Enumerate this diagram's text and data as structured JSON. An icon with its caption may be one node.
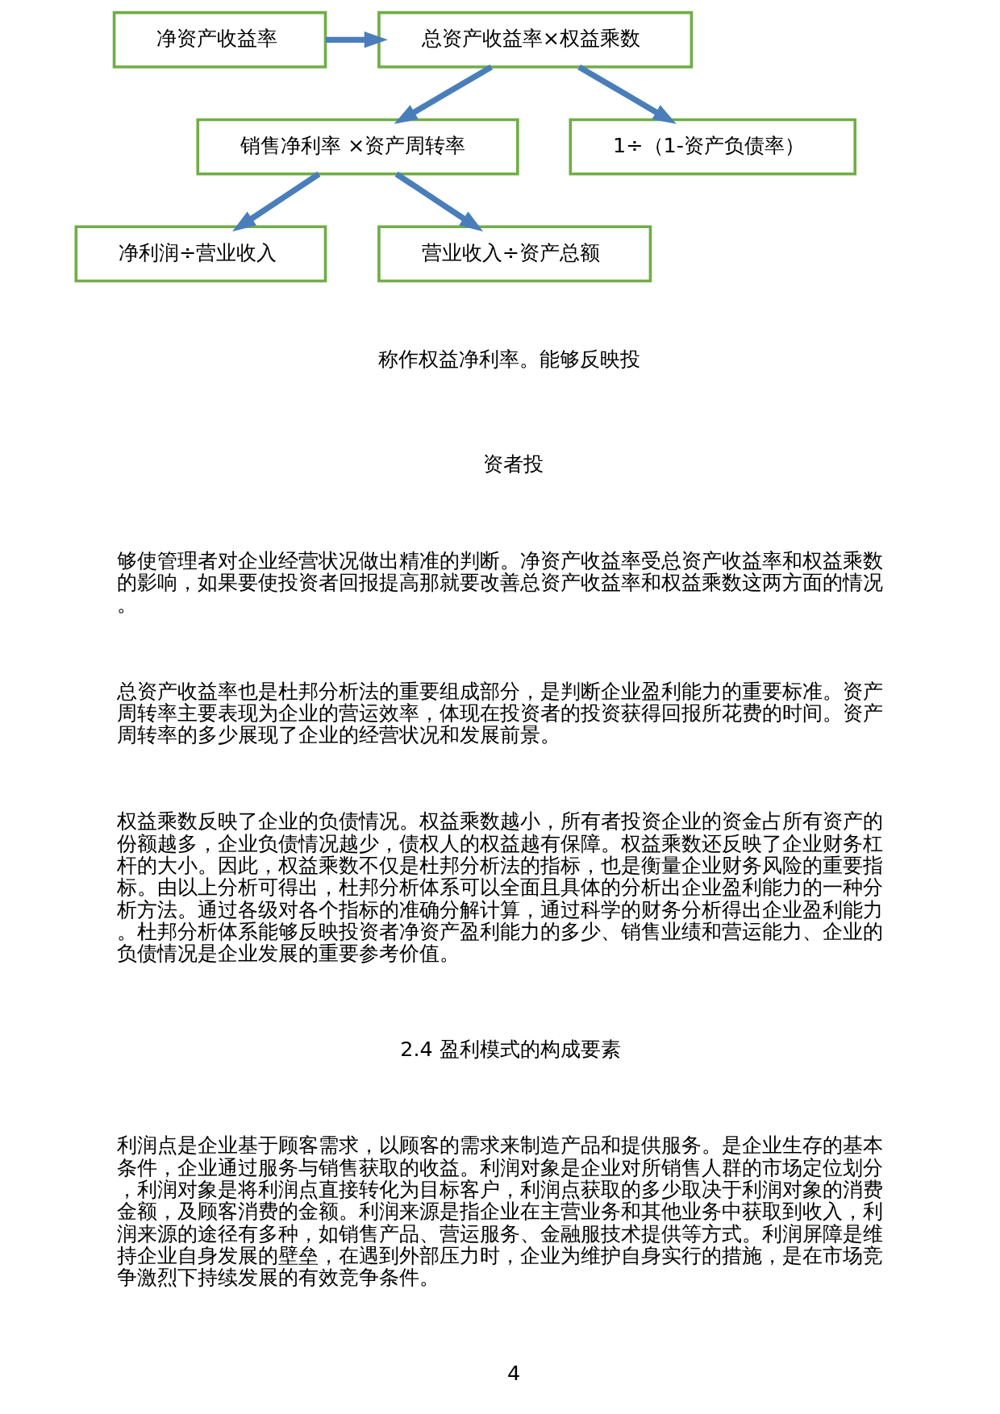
{
  "diagram": {
    "nodes": [
      {
        "text": [
          "净资产收益率"
        ]
      },
      {
        "text": [
          "总资产收益率×权益乘数"
        ]
      },
      {
        "text": [
          "销售净利率 ×资产周转率"
        ]
      },
      {
        "text": [
          "1÷（1-资产负债率）"
        ]
      },
      {
        "text": [
          "净利润÷营业收入"
        ]
      },
      {
        "text": [
          "营业收入÷资产总额"
        ]
      }
    ],
    "edges": [
      {
        "from": 0,
        "to": 1,
        "arrow": "to"
      },
      {
        "from": 1,
        "to": 2,
        "arrow": "to"
      },
      {
        "from": 1,
        "to": 3,
        "arrow": "to"
      },
      {
        "from": 2,
        "to": 4,
        "arrow": "to"
      },
      {
        "from": 2,
        "to": 5,
        "arrow": "to"
      }
    ],
    "labels": [
      "称作权益净利率。能够反映投",
      "资者投",
      "够使管理者对企业经营状况做出精准的判断。净资产收益率受总资产收益率和权益乘数的影响，如果要使投资者回报提高那就要改善总资产收益率和权益乘数这两方面的情况。",
      "总资产收益率也是杜邦分析法的重要组成部分，是判断企业盈利能力的重要标准。资产周转率主要表现为企业的营运效率，体现在投资者的投资获得回报所花费的时间。资产周转率的多少展现了企业的经营状况和发展前景。",
      "权益乘数反映了企业的负债情况。权益乘数越小，所有者投资企业的资金占所有资产的份额越多，企业负债情况越少，债权人的权益越有保障。权益乘数还反映了企业财务杠杆的大小。因此，权益乘数不仅是杜邦分析法的指标，也是衡量企业财务风险的重要指标。由以上分析可得出，杜邦分析体系可以全面且具体的分析出企业盈利能力的一种分析方法。通过各级对各个指标的准确分解计算，通过科学的财务分析得出企业盈利能力。杜邦分析体系能够反映投资者净资产盈利能力的多少、销售业绩和营运能力、企业的负债情况是企业发展的重要参考价值。",
      "2.4 盈利模式的构成要素",
      "利润点是企业基于顾客需求，以顾客的需求来制造产品和提供服务。是企业生存的基本条件，企业通过服务与销售获取的收益。利润对象是企业对所销售人群的市场定位划分，利润对象是将利润点直接转化为目标客户，利润点获取的多少取决于利润对象的消费金额，及顾客消费的金额。利润来源是指企业在主营业务和其他业务中获取到收入，利润来源的途径有多种，如销售产品、营运服务、金融服技术提供等方式。利润屏障是维持企业自身发展的壁垒，在遇到外部压力时，企业为维护自身实行的措施，是在市场竞争激烈下持续发展的有效竞争条件。",
      "4"
    ]
  }
}
